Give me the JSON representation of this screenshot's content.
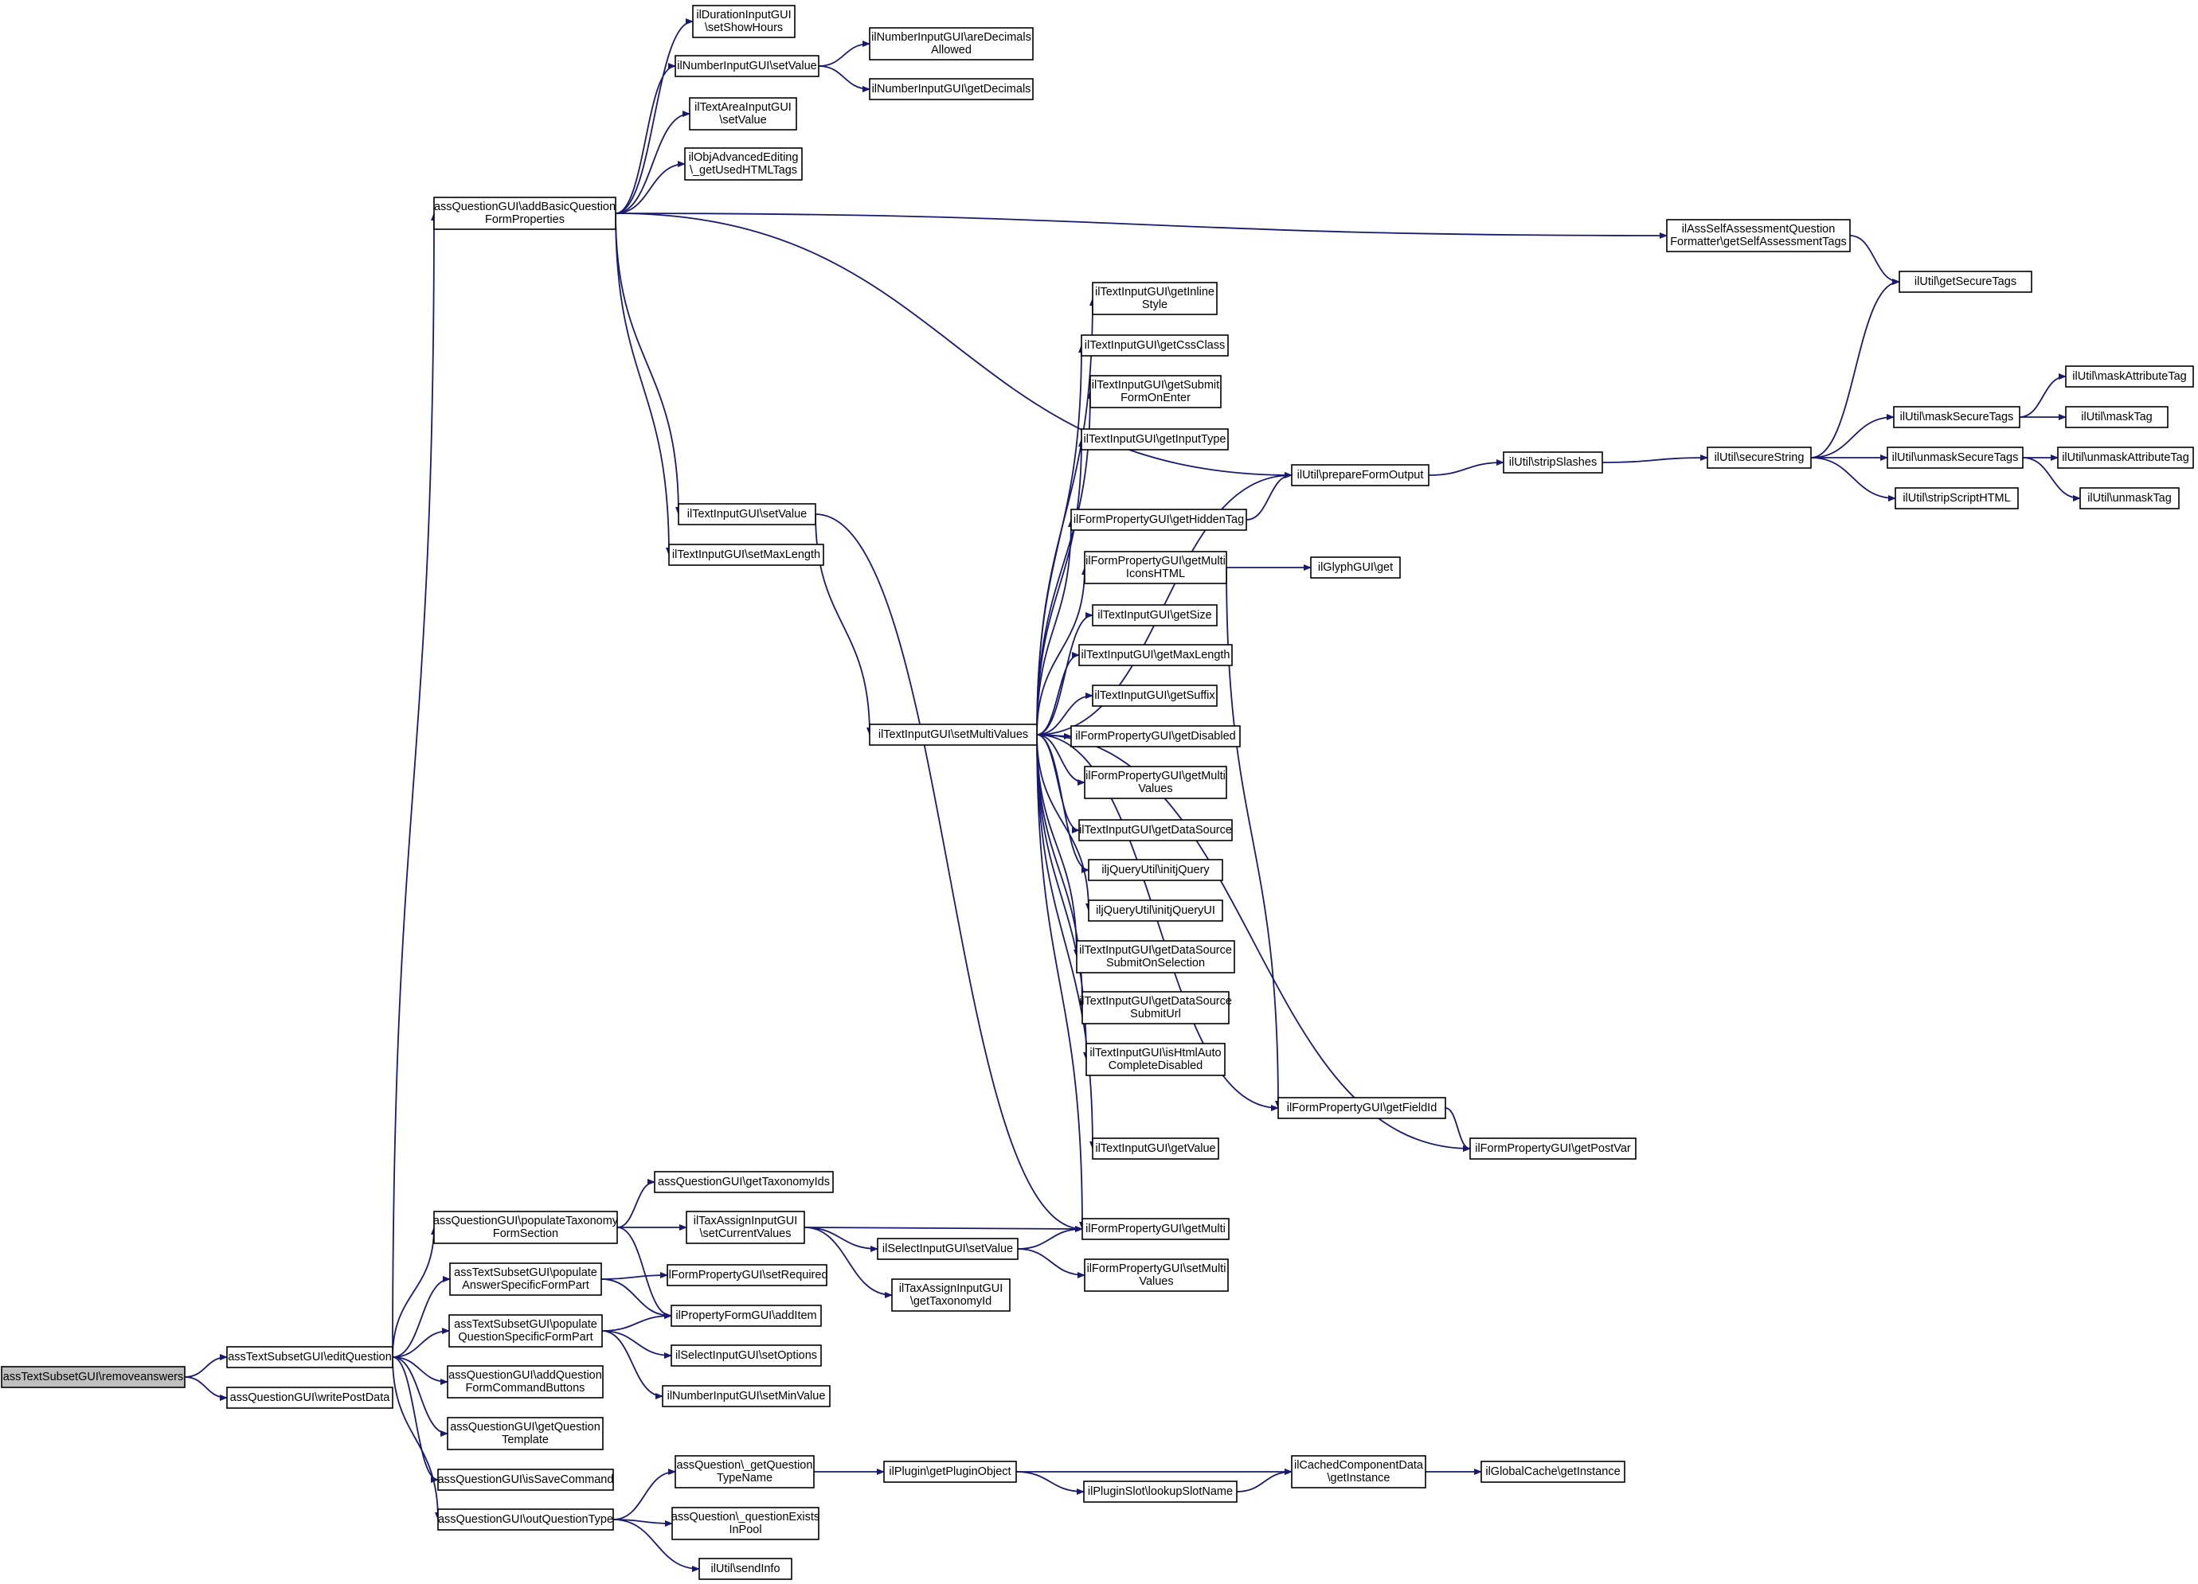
{
  "graph": {
    "edge_color": "#191970",
    "node_fill": "#ffffff",
    "root_fill": "#bfbfbf",
    "nodes": [
      {
        "id": "removeanswers",
        "lines": [
          "assTextSubsetGUI\\removeanswers"
        ],
        "root": true
      },
      {
        "id": "editQuestion",
        "lines": [
          "assTextSubsetGUI\\editQuestion"
        ]
      },
      {
        "id": "writePostData",
        "lines": [
          "assQuestionGUI\\writePostData"
        ]
      },
      {
        "id": "addBasic",
        "lines": [
          "assQuestionGUI\\addBasicQuestion",
          "FormProperties"
        ]
      },
      {
        "id": "durationSetShowHours",
        "lines": [
          "ilDurationInputGUI",
          "\\setShowHours"
        ]
      },
      {
        "id": "numberSetValue",
        "lines": [
          "ilNumberInputGUI\\setValue"
        ]
      },
      {
        "id": "areDecimals",
        "lines": [
          "ilNumberInputGUI\\areDecimals",
          "Allowed"
        ]
      },
      {
        "id": "getDecimals",
        "lines": [
          "ilNumberInputGUI\\getDecimals"
        ]
      },
      {
        "id": "textAreaSetValue",
        "lines": [
          "ilTextAreaInputGUI",
          "\\setValue"
        ]
      },
      {
        "id": "objAdvanced",
        "lines": [
          "ilObjAdvancedEditing",
          "\\_getUsedHTMLTags"
        ]
      },
      {
        "id": "selfAssessTags",
        "lines": [
          "ilAssSelfAssessmentQuestion",
          "Formatter\\getSelfAssessmentTags"
        ]
      },
      {
        "id": "getSecureTags",
        "lines": [
          "ilUtil\\getSecureTags"
        ]
      },
      {
        "id": "maskAttributeTag",
        "lines": [
          "ilUtil\\maskAttributeTag"
        ]
      },
      {
        "id": "maskSecureTags",
        "lines": [
          "ilUtil\\maskSecureTags"
        ]
      },
      {
        "id": "maskTag",
        "lines": [
          "ilUtil\\maskTag"
        ]
      },
      {
        "id": "unmaskSecureTags",
        "lines": [
          "ilUtil\\unmaskSecureTags"
        ]
      },
      {
        "id": "unmaskAttributeTag",
        "lines": [
          "ilUtil\\unmaskAttributeTag"
        ]
      },
      {
        "id": "stripScriptHTML",
        "lines": [
          "ilUtil\\stripScriptHTML"
        ]
      },
      {
        "id": "unmaskTag",
        "lines": [
          "ilUtil\\unmaskTag"
        ]
      },
      {
        "id": "secureString",
        "lines": [
          "ilUtil\\secureString"
        ]
      },
      {
        "id": "stripSlashes",
        "lines": [
          "ilUtil\\stripSlashes"
        ]
      },
      {
        "id": "prepareFormOutput",
        "lines": [
          "ilUtil\\prepareFormOutput"
        ]
      },
      {
        "id": "getInlineStyle",
        "lines": [
          "ilTextInputGUI\\getInline",
          "Style"
        ]
      },
      {
        "id": "getCssClass",
        "lines": [
          "ilTextInputGUI\\getCssClass"
        ]
      },
      {
        "id": "getSubmitFormOnEnter",
        "lines": [
          "ilTextInputGUI\\getSubmit",
          "FormOnEnter"
        ]
      },
      {
        "id": "getInputType",
        "lines": [
          "ilTextInputGUI\\getInputType"
        ]
      },
      {
        "id": "getHiddenTag",
        "lines": [
          "ilFormPropertyGUI\\getHiddenTag"
        ]
      },
      {
        "id": "getMultiIconsHTML",
        "lines": [
          "ilFormPropertyGUI\\getMulti",
          "IconsHTML"
        ]
      },
      {
        "id": "glyphGet",
        "lines": [
          "ilGlyphGUI\\get"
        ]
      },
      {
        "id": "getSize",
        "lines": [
          "ilTextInputGUI\\getSize"
        ]
      },
      {
        "id": "getMaxLength",
        "lines": [
          "ilTextInputGUI\\getMaxLength"
        ]
      },
      {
        "id": "getSuffix",
        "lines": [
          "ilTextInputGUI\\getSuffix"
        ]
      },
      {
        "id": "getDisabled",
        "lines": [
          "ilFormPropertyGUI\\getDisabled"
        ]
      },
      {
        "id": "getMultiValues",
        "lines": [
          "ilFormPropertyGUI\\getMulti",
          "Values"
        ]
      },
      {
        "id": "getDataSource",
        "lines": [
          "ilTextInputGUI\\getDataSource"
        ]
      },
      {
        "id": "initjQuery",
        "lines": [
          "iljQueryUtil\\initjQuery"
        ]
      },
      {
        "id": "initjQueryUI",
        "lines": [
          "iljQueryUtil\\initjQueryUI"
        ]
      },
      {
        "id": "getDataSourceSubmitOnSelection",
        "lines": [
          "ilTextInputGUI\\getDataSource",
          "SubmitOnSelection"
        ]
      },
      {
        "id": "getDataSourceSubmitUrl",
        "lines": [
          "ilTextInputGUI\\getDataSource",
          "SubmitUrl"
        ]
      },
      {
        "id": "isHtmlAuto",
        "lines": [
          "ilTextInputGUI\\isHtmlAuto",
          "CompleteDisabled"
        ]
      },
      {
        "id": "getFieldId",
        "lines": [
          "ilFormPropertyGUI\\getFieldId"
        ]
      },
      {
        "id": "textGetValue",
        "lines": [
          "ilTextInputGUI\\getValue"
        ]
      },
      {
        "id": "getPostVar",
        "lines": [
          "ilFormPropertyGUI\\getPostVar"
        ]
      },
      {
        "id": "getMulti",
        "lines": [
          "ilFormPropertyGUI\\getMulti"
        ]
      },
      {
        "id": "setMultiValuesForm",
        "lines": [
          "ilFormPropertyGUI\\setMulti",
          "Values"
        ]
      },
      {
        "id": "textSetValue",
        "lines": [
          "ilTextInputGUI\\setValue"
        ]
      },
      {
        "id": "textSetMaxLength",
        "lines": [
          "ilTextInputGUI\\setMaxLength"
        ]
      },
      {
        "id": "textSetMultiValues",
        "lines": [
          "ilTextInputGUI\\setMultiValues"
        ]
      },
      {
        "id": "getTaxonomyIds",
        "lines": [
          "assQuestionGUI\\getTaxonomyIds"
        ]
      },
      {
        "id": "populateTaxonomy",
        "lines": [
          "assQuestionGUI\\populateTaxonomy",
          "FormSection"
        ]
      },
      {
        "id": "taxSetCurrentValues",
        "lines": [
          "ilTaxAssignInputGUI",
          "\\setCurrentValues"
        ]
      },
      {
        "id": "selectSetValue",
        "lines": [
          "ilSelectInputGUI\\setValue"
        ]
      },
      {
        "id": "taxGetTaxonomyId",
        "lines": [
          "ilTaxAssignInputGUI",
          "\\getTaxonomyId"
        ]
      },
      {
        "id": "populateAnswer",
        "lines": [
          "assTextSubsetGUI\\populate",
          "AnswerSpecificFormPart"
        ]
      },
      {
        "id": "setRequired",
        "lines": [
          "ilFormPropertyGUI\\setRequired"
        ]
      },
      {
        "id": "addItem",
        "lines": [
          "ilPropertyFormGUI\\addItem"
        ]
      },
      {
        "id": "populateQuestion",
        "lines": [
          "assTextSubsetGUI\\populate",
          "QuestionSpecificFormPart"
        ]
      },
      {
        "id": "setOptions",
        "lines": [
          "ilSelectInputGUI\\setOptions"
        ]
      },
      {
        "id": "setMinValue",
        "lines": [
          "ilNumberInputGUI\\setMinValue"
        ]
      },
      {
        "id": "addCommandButtons",
        "lines": [
          "assQuestionGUI\\addQuestion",
          "FormCommandButtons"
        ]
      },
      {
        "id": "getQuestionTemplate",
        "lines": [
          "assQuestionGUI\\getQuestion",
          "Template"
        ]
      },
      {
        "id": "isSaveCommand",
        "lines": [
          "assQuestionGUI\\isSaveCommand"
        ]
      },
      {
        "id": "outQuestionType",
        "lines": [
          "assQuestionGUI\\outQuestionType"
        ]
      },
      {
        "id": "getQuestionTypeName",
        "lines": [
          "assQuestion\\_getQuestion",
          "TypeName"
        ]
      },
      {
        "id": "questionExists",
        "lines": [
          "assQuestion\\_questionExists",
          "InPool"
        ]
      },
      {
        "id": "sendInfo",
        "lines": [
          "ilUtil\\sendInfo"
        ]
      },
      {
        "id": "getPluginObject",
        "lines": [
          "ilPlugin\\getPluginObject"
        ]
      },
      {
        "id": "lookupSlotName",
        "lines": [
          "ilPluginSlot\\lookupSlotName"
        ]
      },
      {
        "id": "cachedGetInstance",
        "lines": [
          "ilCachedComponentData",
          "\\getInstance"
        ]
      },
      {
        "id": "globalCacheGetInstance",
        "lines": [
          "ilGlobalCache\\getInstance"
        ]
      }
    ],
    "edges": [
      [
        "removeanswers",
        "editQuestion"
      ],
      [
        "removeanswers",
        "writePostData"
      ],
      [
        "editQuestion",
        "addBasic"
      ],
      [
        "editQuestion",
        "populateTaxonomy"
      ],
      [
        "editQuestion",
        "populateAnswer"
      ],
      [
        "editQuestion",
        "populateQuestion"
      ],
      [
        "editQuestion",
        "addCommandButtons"
      ],
      [
        "editQuestion",
        "getQuestionTemplate"
      ],
      [
        "editQuestion",
        "isSaveCommand"
      ],
      [
        "editQuestion",
        "outQuestionType"
      ],
      [
        "addBasic",
        "durationSetShowHours"
      ],
      [
        "addBasic",
        "numberSetValue"
      ],
      [
        "addBasic",
        "textAreaSetValue"
      ],
      [
        "addBasic",
        "objAdvanced"
      ],
      [
        "addBasic",
        "selfAssessTags"
      ],
      [
        "addBasic",
        "prepareFormOutput"
      ],
      [
        "addBasic",
        "textSetValue"
      ],
      [
        "addBasic",
        "textSetMaxLength"
      ],
      [
        "numberSetValue",
        "areDecimals"
      ],
      [
        "numberSetValue",
        "getDecimals"
      ],
      [
        "selfAssessTags",
        "getSecureTags"
      ],
      [
        "prepareFormOutput",
        "stripSlashes"
      ],
      [
        "stripSlashes",
        "secureString"
      ],
      [
        "secureString",
        "getSecureTags"
      ],
      [
        "secureString",
        "maskSecureTags"
      ],
      [
        "secureString",
        "unmaskSecureTags"
      ],
      [
        "secureString",
        "stripScriptHTML"
      ],
      [
        "maskSecureTags",
        "maskAttributeTag"
      ],
      [
        "maskSecureTags",
        "maskTag"
      ],
      [
        "unmaskSecureTags",
        "unmaskAttributeTag"
      ],
      [
        "unmaskSecureTags",
        "unmaskTag"
      ],
      [
        "textSetValue",
        "textSetMultiValues"
      ],
      [
        "textSetValue",
        "getMulti"
      ],
      [
        "textSetMultiValues",
        "getInlineStyle"
      ],
      [
        "textSetMultiValues",
        "getCssClass"
      ],
      [
        "textSetMultiValues",
        "getSubmitFormOnEnter"
      ],
      [
        "textSetMultiValues",
        "getInputType"
      ],
      [
        "textSetMultiValues",
        "prepareFormOutput"
      ],
      [
        "textSetMultiValues",
        "getHiddenTag"
      ],
      [
        "textSetMultiValues",
        "getMultiIconsHTML"
      ],
      [
        "textSetMultiValues",
        "getSize"
      ],
      [
        "textSetMultiValues",
        "getMaxLength"
      ],
      [
        "textSetMultiValues",
        "getSuffix"
      ],
      [
        "textSetMultiValues",
        "getDisabled"
      ],
      [
        "textSetMultiValues",
        "getMultiValues"
      ],
      [
        "textSetMultiValues",
        "getDataSource"
      ],
      [
        "textSetMultiValues",
        "initjQuery"
      ],
      [
        "textSetMultiValues",
        "initjQueryUI"
      ],
      [
        "textSetMultiValues",
        "getDataSourceSubmitOnSelection"
      ],
      [
        "textSetMultiValues",
        "getDataSourceSubmitUrl"
      ],
      [
        "textSetMultiValues",
        "isHtmlAuto"
      ],
      [
        "textSetMultiValues",
        "getFieldId"
      ],
      [
        "textSetMultiValues",
        "textGetValue"
      ],
      [
        "textSetMultiValues",
        "getPostVar"
      ],
      [
        "textSetMultiValues",
        "getMulti"
      ],
      [
        "getHiddenTag",
        "prepareFormOutput"
      ],
      [
        "getMultiIconsHTML",
        "glyphGet"
      ],
      [
        "getMultiIconsHTML",
        "getFieldId"
      ],
      [
        "getFieldId",
        "getPostVar"
      ],
      [
        "populateTaxonomy",
        "getTaxonomyIds"
      ],
      [
        "populateTaxonomy",
        "taxSetCurrentValues"
      ],
      [
        "populateTaxonomy",
        "addItem"
      ],
      [
        "taxSetCurrentValues",
        "getMulti"
      ],
      [
        "taxSetCurrentValues",
        "selectSetValue"
      ],
      [
        "taxSetCurrentValues",
        "taxGetTaxonomyId"
      ],
      [
        "selectSetValue",
        "getMulti"
      ],
      [
        "selectSetValue",
        "setMultiValuesForm"
      ],
      [
        "populateAnswer",
        "setRequired"
      ],
      [
        "populateAnswer",
        "addItem"
      ],
      [
        "populateQuestion",
        "addItem"
      ],
      [
        "populateQuestion",
        "setOptions"
      ],
      [
        "populateQuestion",
        "setMinValue"
      ],
      [
        "outQuestionType",
        "getQuestionTypeName"
      ],
      [
        "outQuestionType",
        "questionExists"
      ],
      [
        "outQuestionType",
        "sendInfo"
      ],
      [
        "getQuestionTypeName",
        "getPluginObject"
      ],
      [
        "getPluginObject",
        "cachedGetInstance"
      ],
      [
        "getPluginObject",
        "lookupSlotName"
      ],
      [
        "lookupSlotName",
        "cachedGetInstance"
      ],
      [
        "cachedGetInstance",
        "globalCacheGetInstance"
      ]
    ]
  }
}
